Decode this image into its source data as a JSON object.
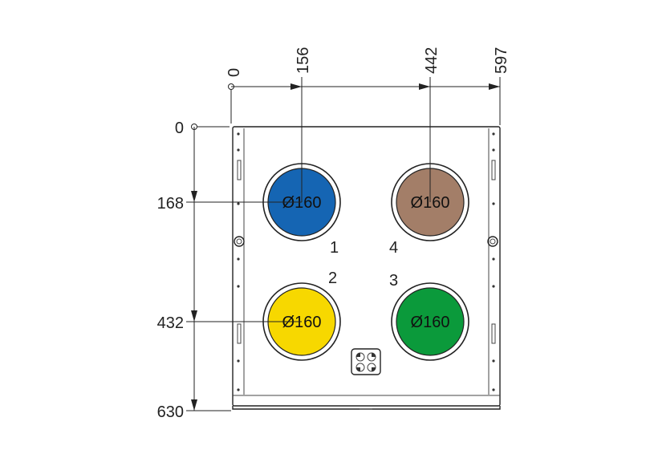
{
  "dimensions": {
    "top": [
      "0",
      "156",
      "442",
      "597"
    ],
    "left": [
      "0",
      "168",
      "432",
      "630"
    ]
  },
  "ports": [
    {
      "number": "1",
      "label": "Ø160",
      "color": "#1565b3"
    },
    {
      "number": "2",
      "label": "Ø160",
      "color": "#f7d800"
    },
    {
      "number": "3",
      "label": "Ø160",
      "color": "#0b9a3b"
    },
    {
      "number": "4",
      "label": "Ø160",
      "color": "#a37e68"
    }
  ]
}
